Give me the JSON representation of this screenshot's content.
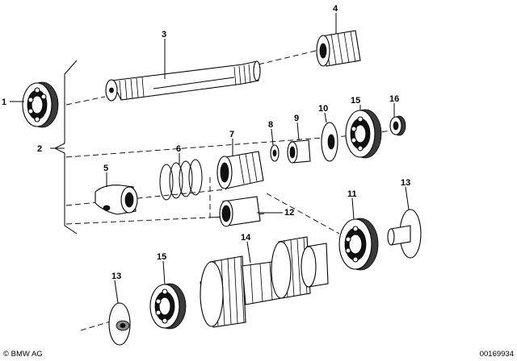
{
  "callouts": {
    "c1": "1",
    "c2": "2",
    "c3": "3",
    "c4": "4",
    "c5": "5",
    "c6": "6",
    "c7": "7",
    "c8": "8",
    "c9": "9",
    "c10": "10",
    "c11": "11",
    "c12": "12",
    "c13a": "13",
    "c13b": "13",
    "c14": "14",
    "c15a": "15",
    "c15b": "15",
    "c16": "16"
  },
  "footer": {
    "copyright": "© BMW AG",
    "diagram_id": "00169934"
  }
}
